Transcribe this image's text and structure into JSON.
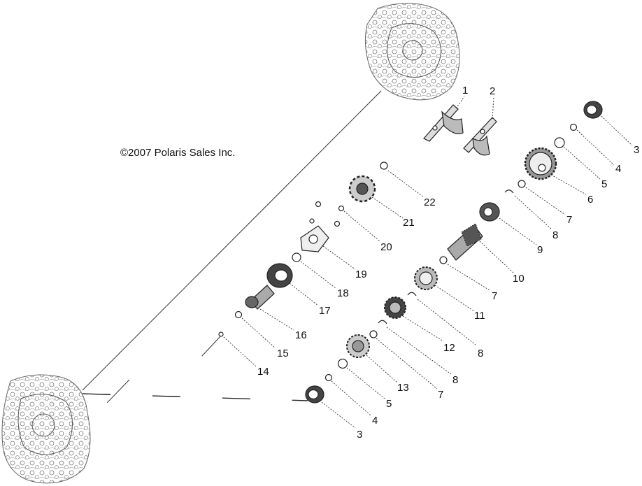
{
  "copyright": "©2007 Polaris Sales Inc.",
  "callouts": [
    {
      "id": "c1",
      "text": "1"
    },
    {
      "id": "c2",
      "text": "2"
    },
    {
      "id": "c3a",
      "text": "3"
    },
    {
      "id": "c4a",
      "text": "4"
    },
    {
      "id": "c5a",
      "text": "5"
    },
    {
      "id": "c6",
      "text": "6"
    },
    {
      "id": "c7a",
      "text": "7"
    },
    {
      "id": "c8a",
      "text": "8"
    },
    {
      "id": "c9",
      "text": "9"
    },
    {
      "id": "c10",
      "text": "10"
    },
    {
      "id": "c7b",
      "text": "7"
    },
    {
      "id": "c11",
      "text": "11"
    },
    {
      "id": "c8b",
      "text": "8"
    },
    {
      "id": "c12",
      "text": "12"
    },
    {
      "id": "c8c",
      "text": "8"
    },
    {
      "id": "c7c",
      "text": "7"
    },
    {
      "id": "c13",
      "text": "13"
    },
    {
      "id": "c5b",
      "text": "5"
    },
    {
      "id": "c4b",
      "text": "4"
    },
    {
      "id": "c3b",
      "text": "3"
    },
    {
      "id": "c22",
      "text": "22"
    },
    {
      "id": "c21",
      "text": "21"
    },
    {
      "id": "c20",
      "text": "20"
    },
    {
      "id": "c19",
      "text": "19"
    },
    {
      "id": "c18",
      "text": "18"
    },
    {
      "id": "c17",
      "text": "17"
    },
    {
      "id": "c16",
      "text": "16"
    },
    {
      "id": "c15",
      "text": "15"
    },
    {
      "id": "c14",
      "text": "14"
    }
  ]
}
